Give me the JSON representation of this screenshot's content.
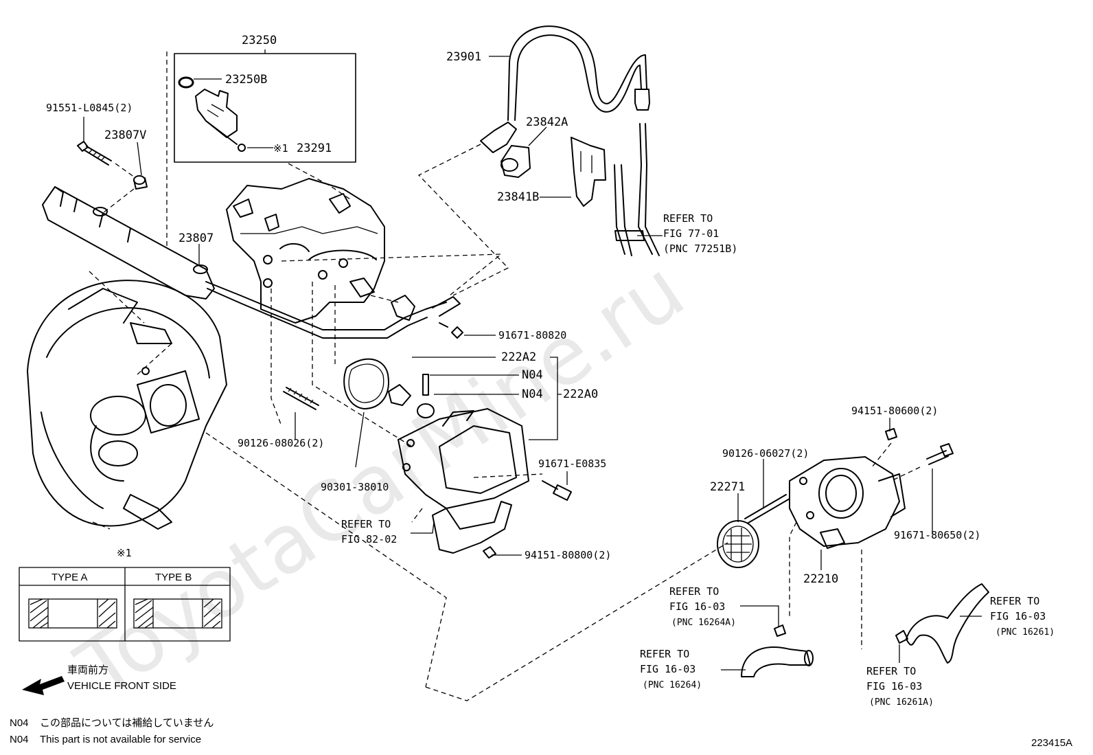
{
  "watermark": "ToyotaCarMine.ru",
  "labels": {
    "p23250": "23250",
    "p23250B": "23250B",
    "p23291_mark": "※1",
    "p23291": "23291",
    "p91551": "91551-L0845(2)",
    "p23807V": "23807V",
    "p23807": "23807",
    "p23901": "23901",
    "p23842A": "23842A",
    "p23841B": "23841B",
    "refer_77_1": "REFER TO",
    "refer_77_2": "FIG 77-01",
    "refer_77_3": "(PNC 77251B)",
    "p91671_80820": "91671-80820",
    "p222A2": "222A2",
    "n04_a": "N04",
    "n04_b": "N04",
    "p222A0": "222A0",
    "p90126_08026": "90126-08026(2)",
    "p90301": "90301-38010",
    "p91671_E0835": "91671-E0835",
    "refer_82_1": "REFER TO",
    "refer_82_2": "FIG 82-02",
    "p94151_80800": "94151-80800(2)",
    "p94151_80600": "94151-80600(2)",
    "p90126_06027": "90126-06027(2)",
    "p22271": "22271",
    "p91671_80650": "91671-80650(2)",
    "p22210": "22210",
    "refer_16a_1": "REFER TO",
    "refer_16a_2": "FIG 16-03",
    "refer_16a_3": "(PNC 16264A)",
    "refer_16b_1": "REFER TO",
    "refer_16b_2": "FIG 16-03",
    "refer_16b_3": "(PNC 16264)",
    "refer_16c_1": "REFER TO",
    "refer_16c_2": "FIG 16-03",
    "refer_16c_3": "(PNC 16261)",
    "refer_16d_1": "REFER TO",
    "refer_16d_2": "FIG 16-03",
    "refer_16d_3": "(PNC 16261A)"
  },
  "type_table": {
    "mark": "※1",
    "type_a": "TYPE A",
    "type_b": "TYPE B"
  },
  "front": {
    "jp": "車両前方",
    "en": "VEHICLE FRONT SIDE"
  },
  "notes": [
    {
      "code": "N04",
      "text": "この部品については補給していません"
    },
    {
      "code": "N04",
      "text": "This part is not available for service"
    }
  ],
  "figure_code": "223415A"
}
